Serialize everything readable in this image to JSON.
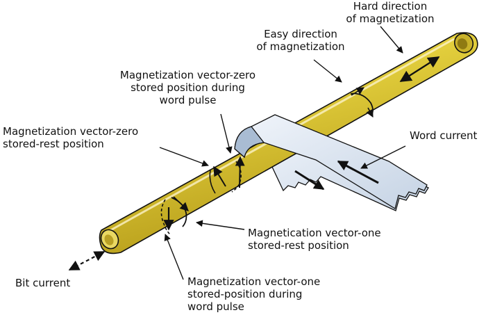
{
  "colors": {
    "rod_fill": "#e4cf3c",
    "rod_light": "#f4e79a",
    "rod_dark": "#a8901a",
    "strip_fill": "#dde7f3",
    "strip_shadow": "#aebfd4",
    "ink": "#111111"
  },
  "labels": {
    "hard_direction": [
      "Hard direction",
      "of magnetization"
    ],
    "easy_direction": [
      "Easy direction",
      "of magnetization"
    ],
    "zero_word_pulse": [
      "Magnetization vector-zero",
      "stored position during",
      "word pulse"
    ],
    "zero_rest": [
      "Magnetization vector-zero",
      "stored-rest position"
    ],
    "word_current": [
      "Word current"
    ],
    "one_rest": [
      "Magnetication vector-one",
      "stored-rest position"
    ],
    "bit_current": [
      "Bit current"
    ],
    "one_word_pulse": [
      "Magnetization vector-one",
      "stored-position during",
      "word pulse"
    ]
  },
  "icons": [
    "rod",
    "word-strip",
    "arrow"
  ]
}
